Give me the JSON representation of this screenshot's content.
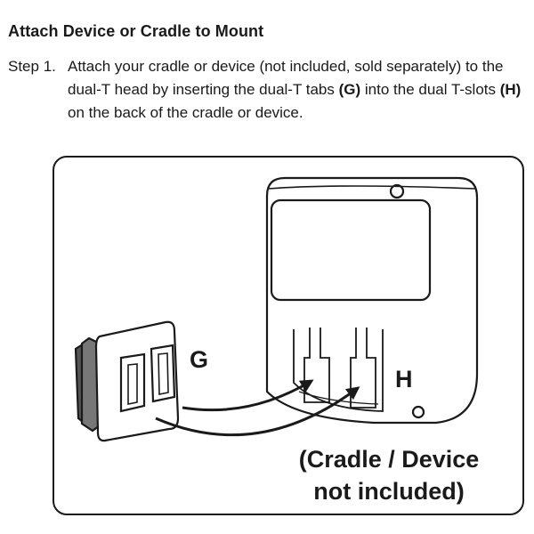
{
  "heading": "Attach Device or Cradle to Mount",
  "step": {
    "label": "Step 1.",
    "text_1": "Attach your cradle or device (not included, sold separately) to the dual-T head by inserting the dual-T tabs ",
    "tab_letter": "(G)",
    "text_2": " into the dual T-slots ",
    "slot_letter": "(H)",
    "text_3": " on the back of the cradle or device."
  },
  "figure": {
    "label_g": "G",
    "label_h": "H",
    "caption_line1": "(Cradle / Device",
    "caption_line2": "not included)"
  }
}
